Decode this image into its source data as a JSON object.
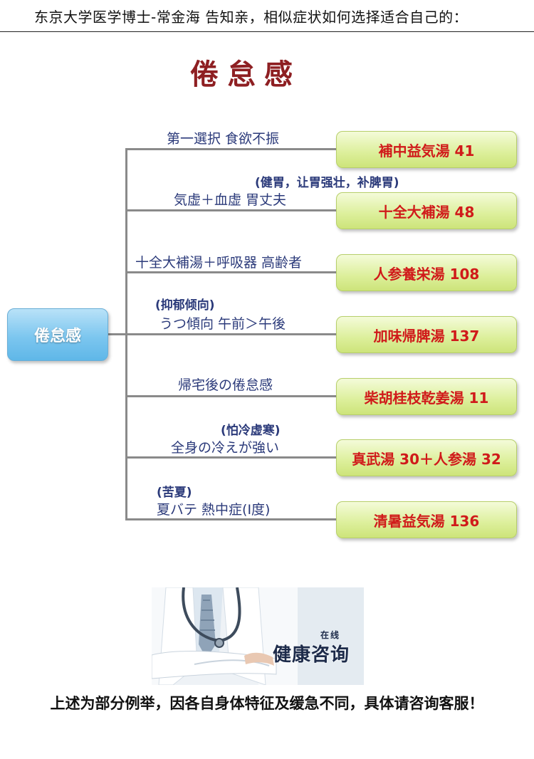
{
  "header": {
    "text": "东京大学医学博士-常金海 告知亲，相似症状如何选择适合自己的："
  },
  "diagram": {
    "title": "倦怠感",
    "root": "倦怠感",
    "branches": [
      {
        "label": "第一選択 食欲不振",
        "note": "",
        "remedy": "補中益気湯 41"
      },
      {
        "label": "気虚＋血虚 胃丈夫",
        "note": "(健胃，让胃强壮，补脾胃)",
        "remedy": "十全大補湯 48"
      },
      {
        "label": "十全大補湯＋呼吸器 高齢者",
        "note": "",
        "remedy": "人参養栄湯 108"
      },
      {
        "label": "うつ傾向 午前＞午後",
        "note": "(抑郁倾向)",
        "remedy": "加味帰脾湯 137"
      },
      {
        "label": "帰宅後の倦怠感",
        "note": "",
        "remedy": "柴胡桂枝乾姜湯 11"
      },
      {
        "label": "全身の冷えが強い",
        "note": "(怕冷虚寒)",
        "remedy": "真武湯 30＋人参湯 32"
      },
      {
        "label": "夏バテ 熱中症(Ⅰ度)",
        "note": "(苦夏)",
        "remedy": "清暑益気湯 136"
      }
    ]
  },
  "promo": {
    "small": "在线",
    "big": "健康咨询"
  },
  "footer": {
    "text": "上述为部分例举，因各自身体特征及缓急不同，具体请咨询客服！"
  }
}
